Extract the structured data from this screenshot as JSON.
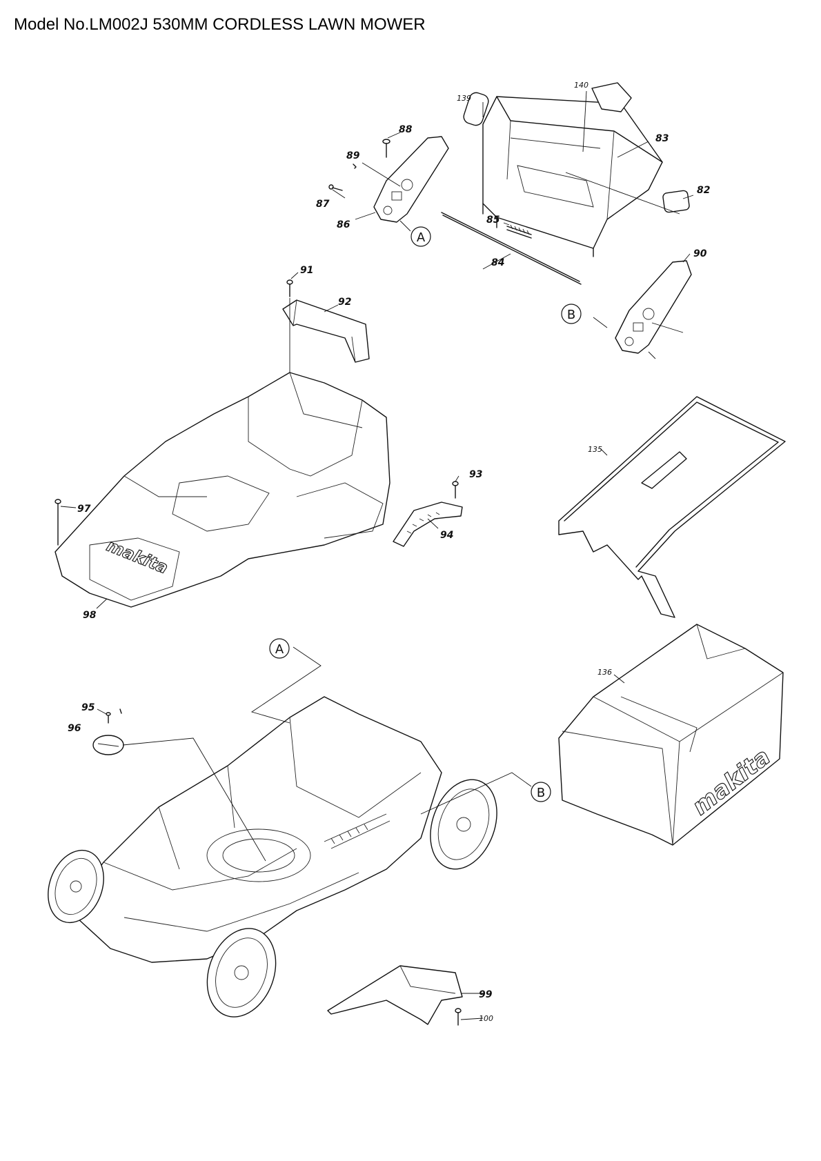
{
  "title": "Model No.LM002J 530MM CORDLESS LAWN MOWER",
  "brand_text": "makita",
  "ref_markers": {
    "a": "A",
    "b": "B"
  },
  "parts": {
    "p82": "82",
    "p83": "83",
    "p84": "84",
    "p85": "85",
    "p86": "86",
    "p87": "87",
    "p88": "88",
    "p89": "89",
    "p90": "90",
    "p91": "91",
    "p92": "92",
    "p93": "93",
    "p94": "94",
    "p95": "95",
    "p96": "96",
    "p97": "97",
    "p98": "98",
    "p99": "99",
    "p100": "100",
    "p135": "135",
    "p136": "136",
    "p139": "139",
    "p140": "140"
  }
}
